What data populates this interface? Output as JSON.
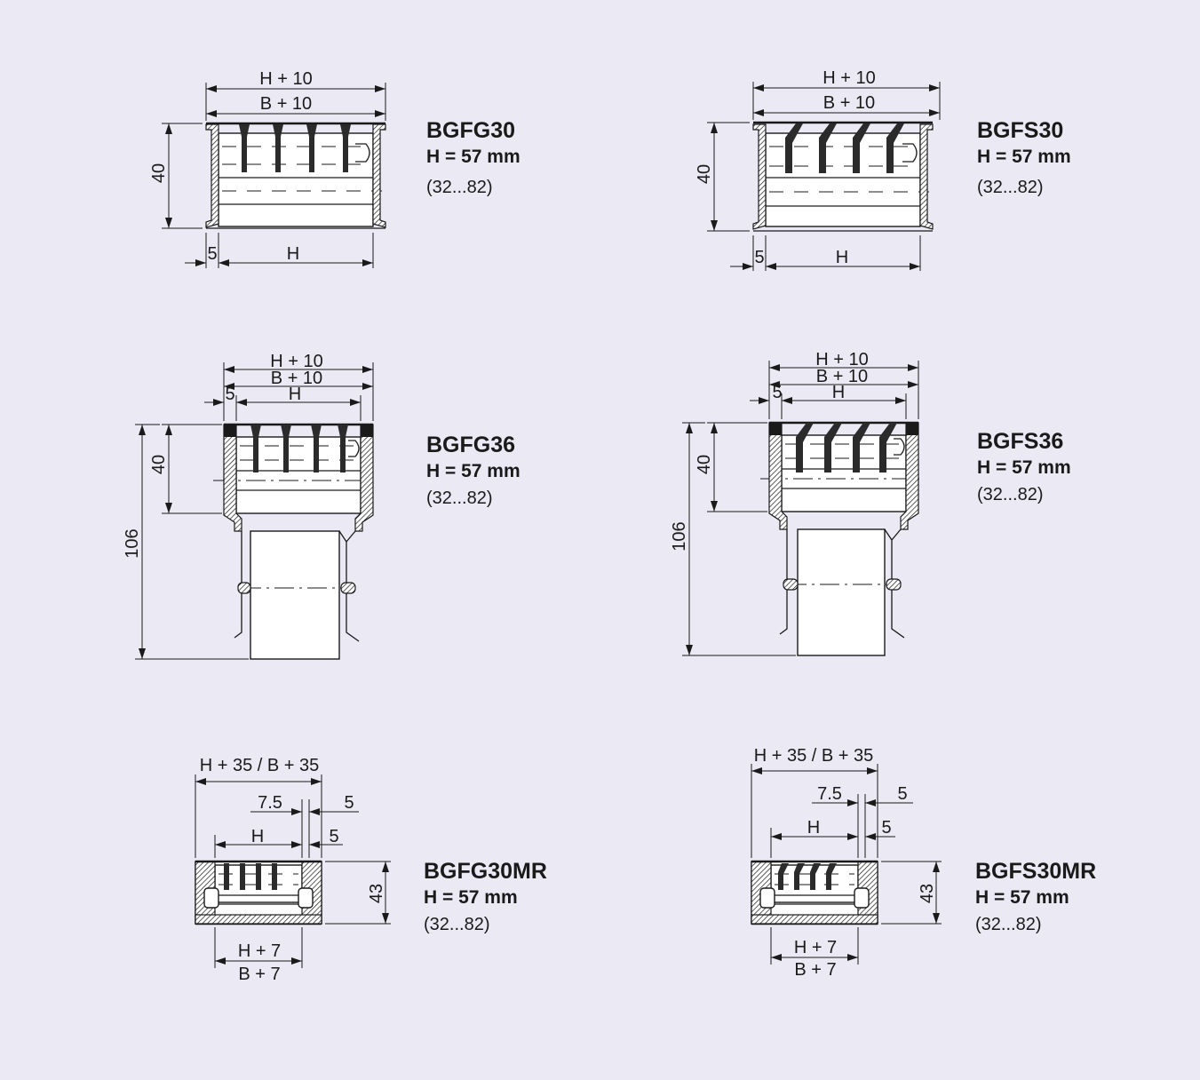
{
  "products": [
    {
      "name": "BGFG30",
      "height": "H = 57 mm",
      "range": "(32...82)",
      "dims": {
        "top1": "H + 10",
        "top2": "B + 10",
        "side": "40",
        "bottom_small": "5",
        "bottom": "H"
      }
    },
    {
      "name": "BGFS30",
      "height": "H = 57 mm",
      "range": "(32...82)",
      "dims": {
        "top1": "H + 10",
        "top2": "B + 10",
        "side": "40",
        "bottom_small": "5",
        "bottom": "H"
      }
    },
    {
      "name": "BGFG36",
      "height": "H = 57 mm",
      "range": "(32...82)",
      "dims": {
        "top1": "H + 10",
        "top2": "B + 10",
        "top3_small": "5",
        "top3": "H",
        "side": "40",
        "total": "106"
      }
    },
    {
      "name": "BGFS36",
      "height": "H = 57 mm",
      "range": "(32...82)",
      "dims": {
        "top1": "H + 10",
        "top2": "B + 10",
        "top3_small": "5",
        "top3": "H",
        "side": "40",
        "total": "106"
      }
    },
    {
      "name": "BGFG30MR",
      "height": "H = 57 mm",
      "range": "(32...82)",
      "dims": {
        "top": "H + 35 / B + 35",
        "d75": "7.5",
        "d5a": "5",
        "inner": "H",
        "d5b": "5",
        "side": "43",
        "bottom1": "H + 7",
        "bottom2": "B + 7"
      }
    },
    {
      "name": "BGFS30MR",
      "height": "H = 57 mm",
      "range": "(32...82)",
      "dims": {
        "top": "H + 35 / B + 35",
        "d75": "7.5",
        "d5a": "5",
        "inner": "H",
        "d5b": "5",
        "side": "43",
        "bottom1": "H + 7",
        "bottom2": "B + 7"
      }
    }
  ]
}
